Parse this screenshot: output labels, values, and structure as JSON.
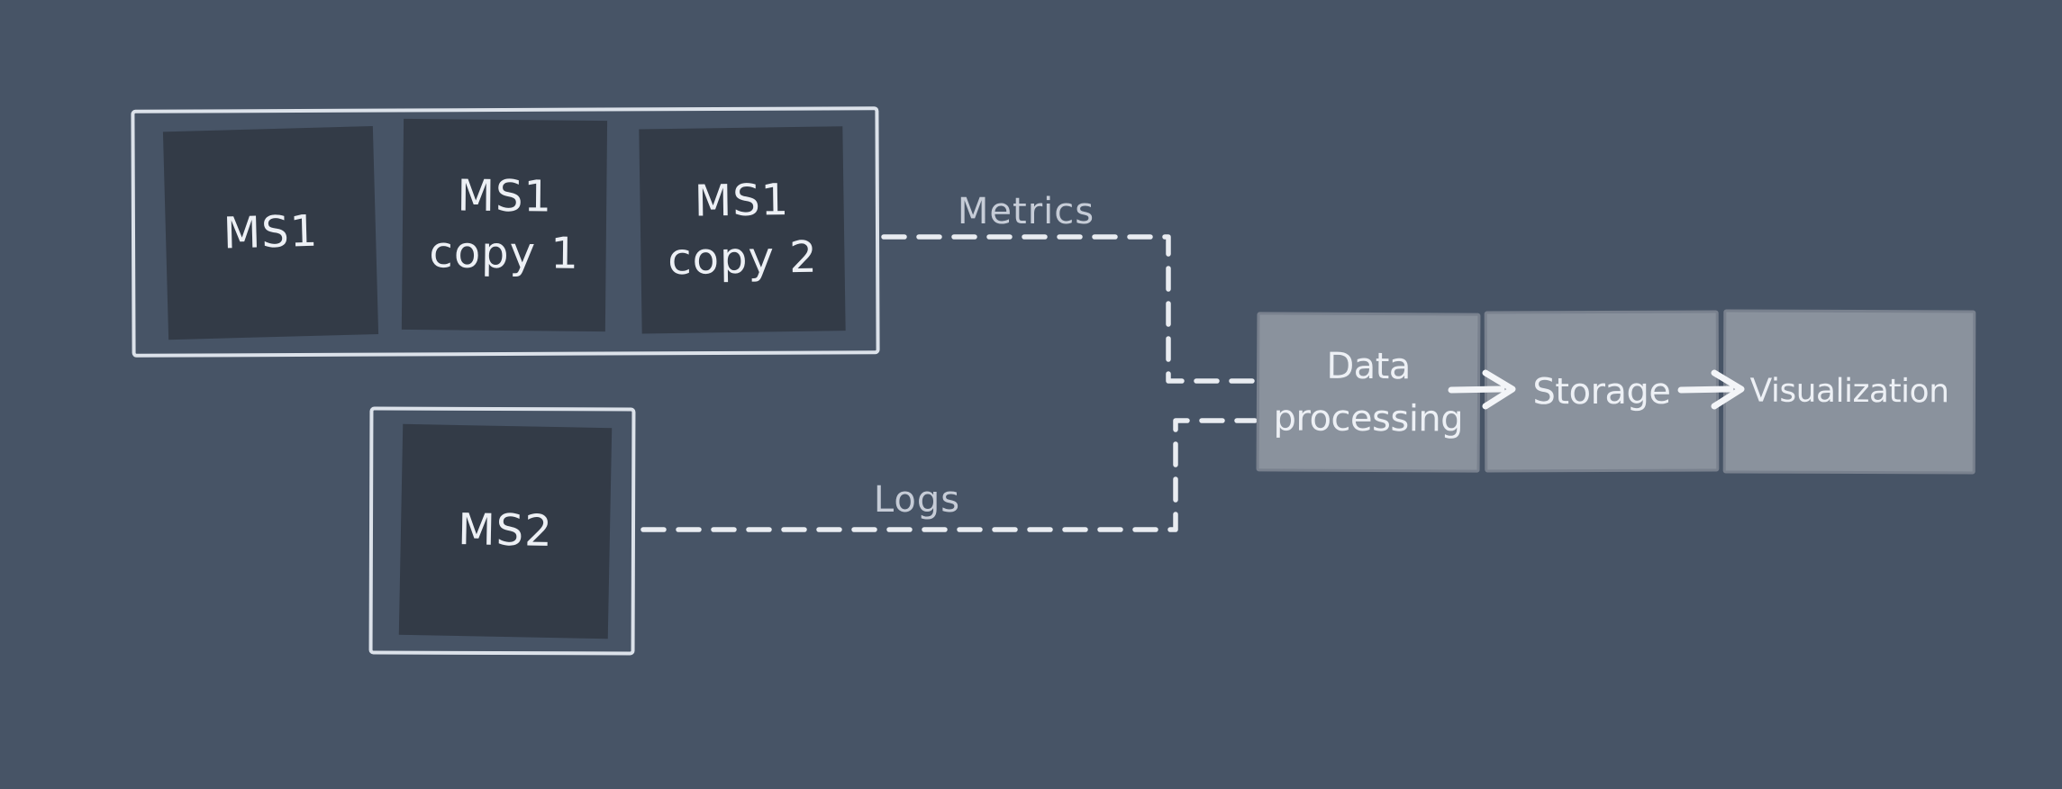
{
  "diagram_title": "",
  "colors": {
    "background": "#475466",
    "dark_node_fill": "#333B47",
    "gray_node_fill": "#8A929D",
    "gray_node_edge": "#79818E",
    "frame_stroke": "#DCE2EA",
    "connector_stroke": "#E9ECF1",
    "edge_label_text": "#C6CCD7",
    "node_text": "#EDF0F5",
    "arrow_stroke": "#F3F5F8"
  },
  "nodes": {
    "ms1": {
      "label": "MS1"
    },
    "ms1_copy1": {
      "line1": "MS1",
      "line2": "copy 1"
    },
    "ms1_copy2": {
      "line1": "MS1",
      "line2": "copy 2"
    },
    "ms2": {
      "label": "MS2"
    },
    "data_processing": {
      "line1": "Data",
      "line2": "processing"
    },
    "storage": {
      "label": "Storage"
    },
    "visualization": {
      "label": "Visualization"
    }
  },
  "edges": {
    "metrics": {
      "label": "Metrics",
      "style": "dashed"
    },
    "logs": {
      "label": "Logs",
      "style": "dashed"
    },
    "processing_to_storage": {
      "style": "solid-arrow"
    },
    "storage_to_visualization": {
      "style": "solid-arrow"
    }
  }
}
